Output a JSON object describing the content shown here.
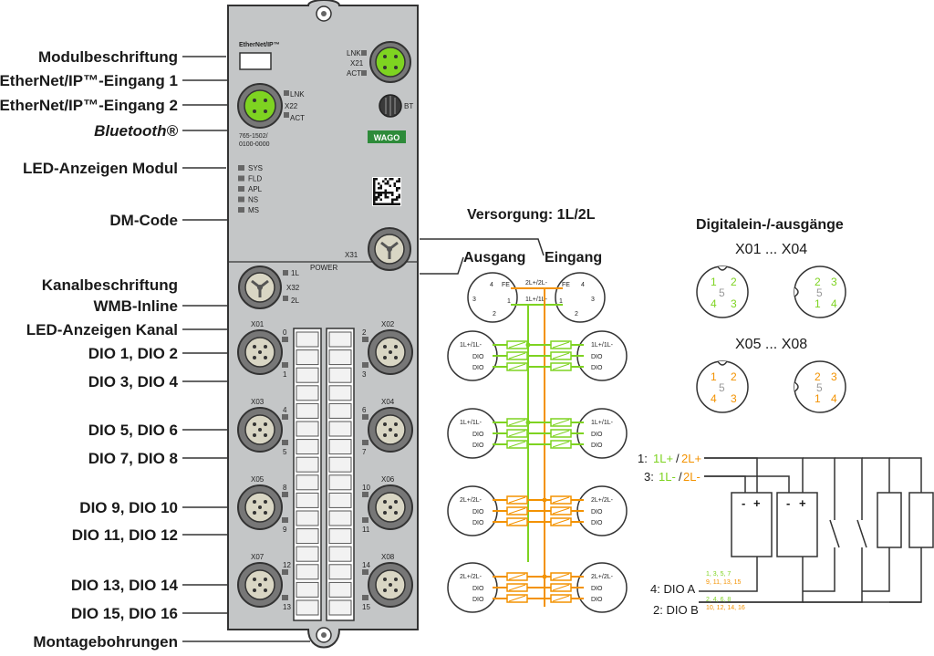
{
  "labels": {
    "modul": "Modulbeschriftung",
    "eth1": "EtherNet/IP™-Eingang 1",
    "eth2": "EtherNet/IP™-Eingang 2",
    "bt": "Bluetooth®",
    "led_modul": "LED-Anzeigen Modul",
    "dm": "DM-Code",
    "kanal1": "Kanalbeschriftung",
    "kanal2": "WMB-Inline",
    "led_kanal": "LED-Anzeigen Kanal",
    "dio12": "DIO 1, DIO 2",
    "dio34": "DIO 3, DIO 4",
    "dio56": "DIO 5, DIO 6",
    "dio78": "DIO 7, DIO 8",
    "dio910": "DIO 9, DIO 10",
    "dio1112": "DIO 11, DIO 12",
    "dio1314": "DIO 13, DIO 14",
    "dio1516": "DIO 15, DIO 16",
    "montage": "Montagebohrungen"
  },
  "device": {
    "brand_small": "EtherNet/IP™",
    "x21": "X21",
    "x22": "X22",
    "lnk": "LNK",
    "act": "ACT",
    "bt": "BT",
    "part1": "765-1502/",
    "part2": "0100-0000",
    "wago": "WAGO",
    "leds": [
      "SYS",
      "FLD",
      "APL",
      "NS",
      "MS"
    ],
    "x31": "X31",
    "power": "POWER",
    "x32": "X32",
    "l1": "1L",
    "l2": "2L",
    "ports": [
      "X01",
      "X02",
      "X03",
      "X04",
      "X05",
      "X06",
      "X07",
      "X08"
    ],
    "led_nums": [
      "0",
      "1",
      "2",
      "3",
      "4",
      "5",
      "6",
      "7",
      "8",
      "9",
      "10",
      "11",
      "12",
      "13",
      "14",
      "15"
    ]
  },
  "supply": {
    "title": "Versorgung: 1L/2L",
    "ausgang": "Ausgang",
    "eingang": "Eingang",
    "fe": "FE",
    "n4": "4",
    "n3": "3",
    "n2": "2",
    "n1": "1",
    "l2top": "2L+/2L-",
    "l1mid": "1L+/1L-",
    "green_tag": "1L+/1L-",
    "orange_tag": "2L+/2L-",
    "dio": "DIO"
  },
  "pinout": {
    "title": "Digitalein-/-ausgänge",
    "x01": "X01 ... X04",
    "x05": "X05 ... X08",
    "p1": "1",
    "p2": "2",
    "p3": "3",
    "p4": "4",
    "p5": "5"
  },
  "wiring": {
    "l_prefix": "1:",
    "l_green": "1L+",
    "l_slash": "/",
    "l_orange": "2L+",
    "m_prefix": "3:",
    "m_green": "1L-",
    "m_slash": "/",
    "m_orange": "2L-",
    "dioa": "4: DIO A",
    "diob": "2: DIO B",
    "a_green": "1, 3, 5, 7",
    "a_orange": "9, 11, 13, 15",
    "b_green": "2, 4, 6, 8",
    "b_orange": "10, 12, 14, 16",
    "minus": "-",
    "plus": "+"
  },
  "colors": {
    "green": "#7ed321",
    "orange": "#f39200",
    "housing": "#c4c6c7",
    "wago": "#2e8b3a"
  }
}
